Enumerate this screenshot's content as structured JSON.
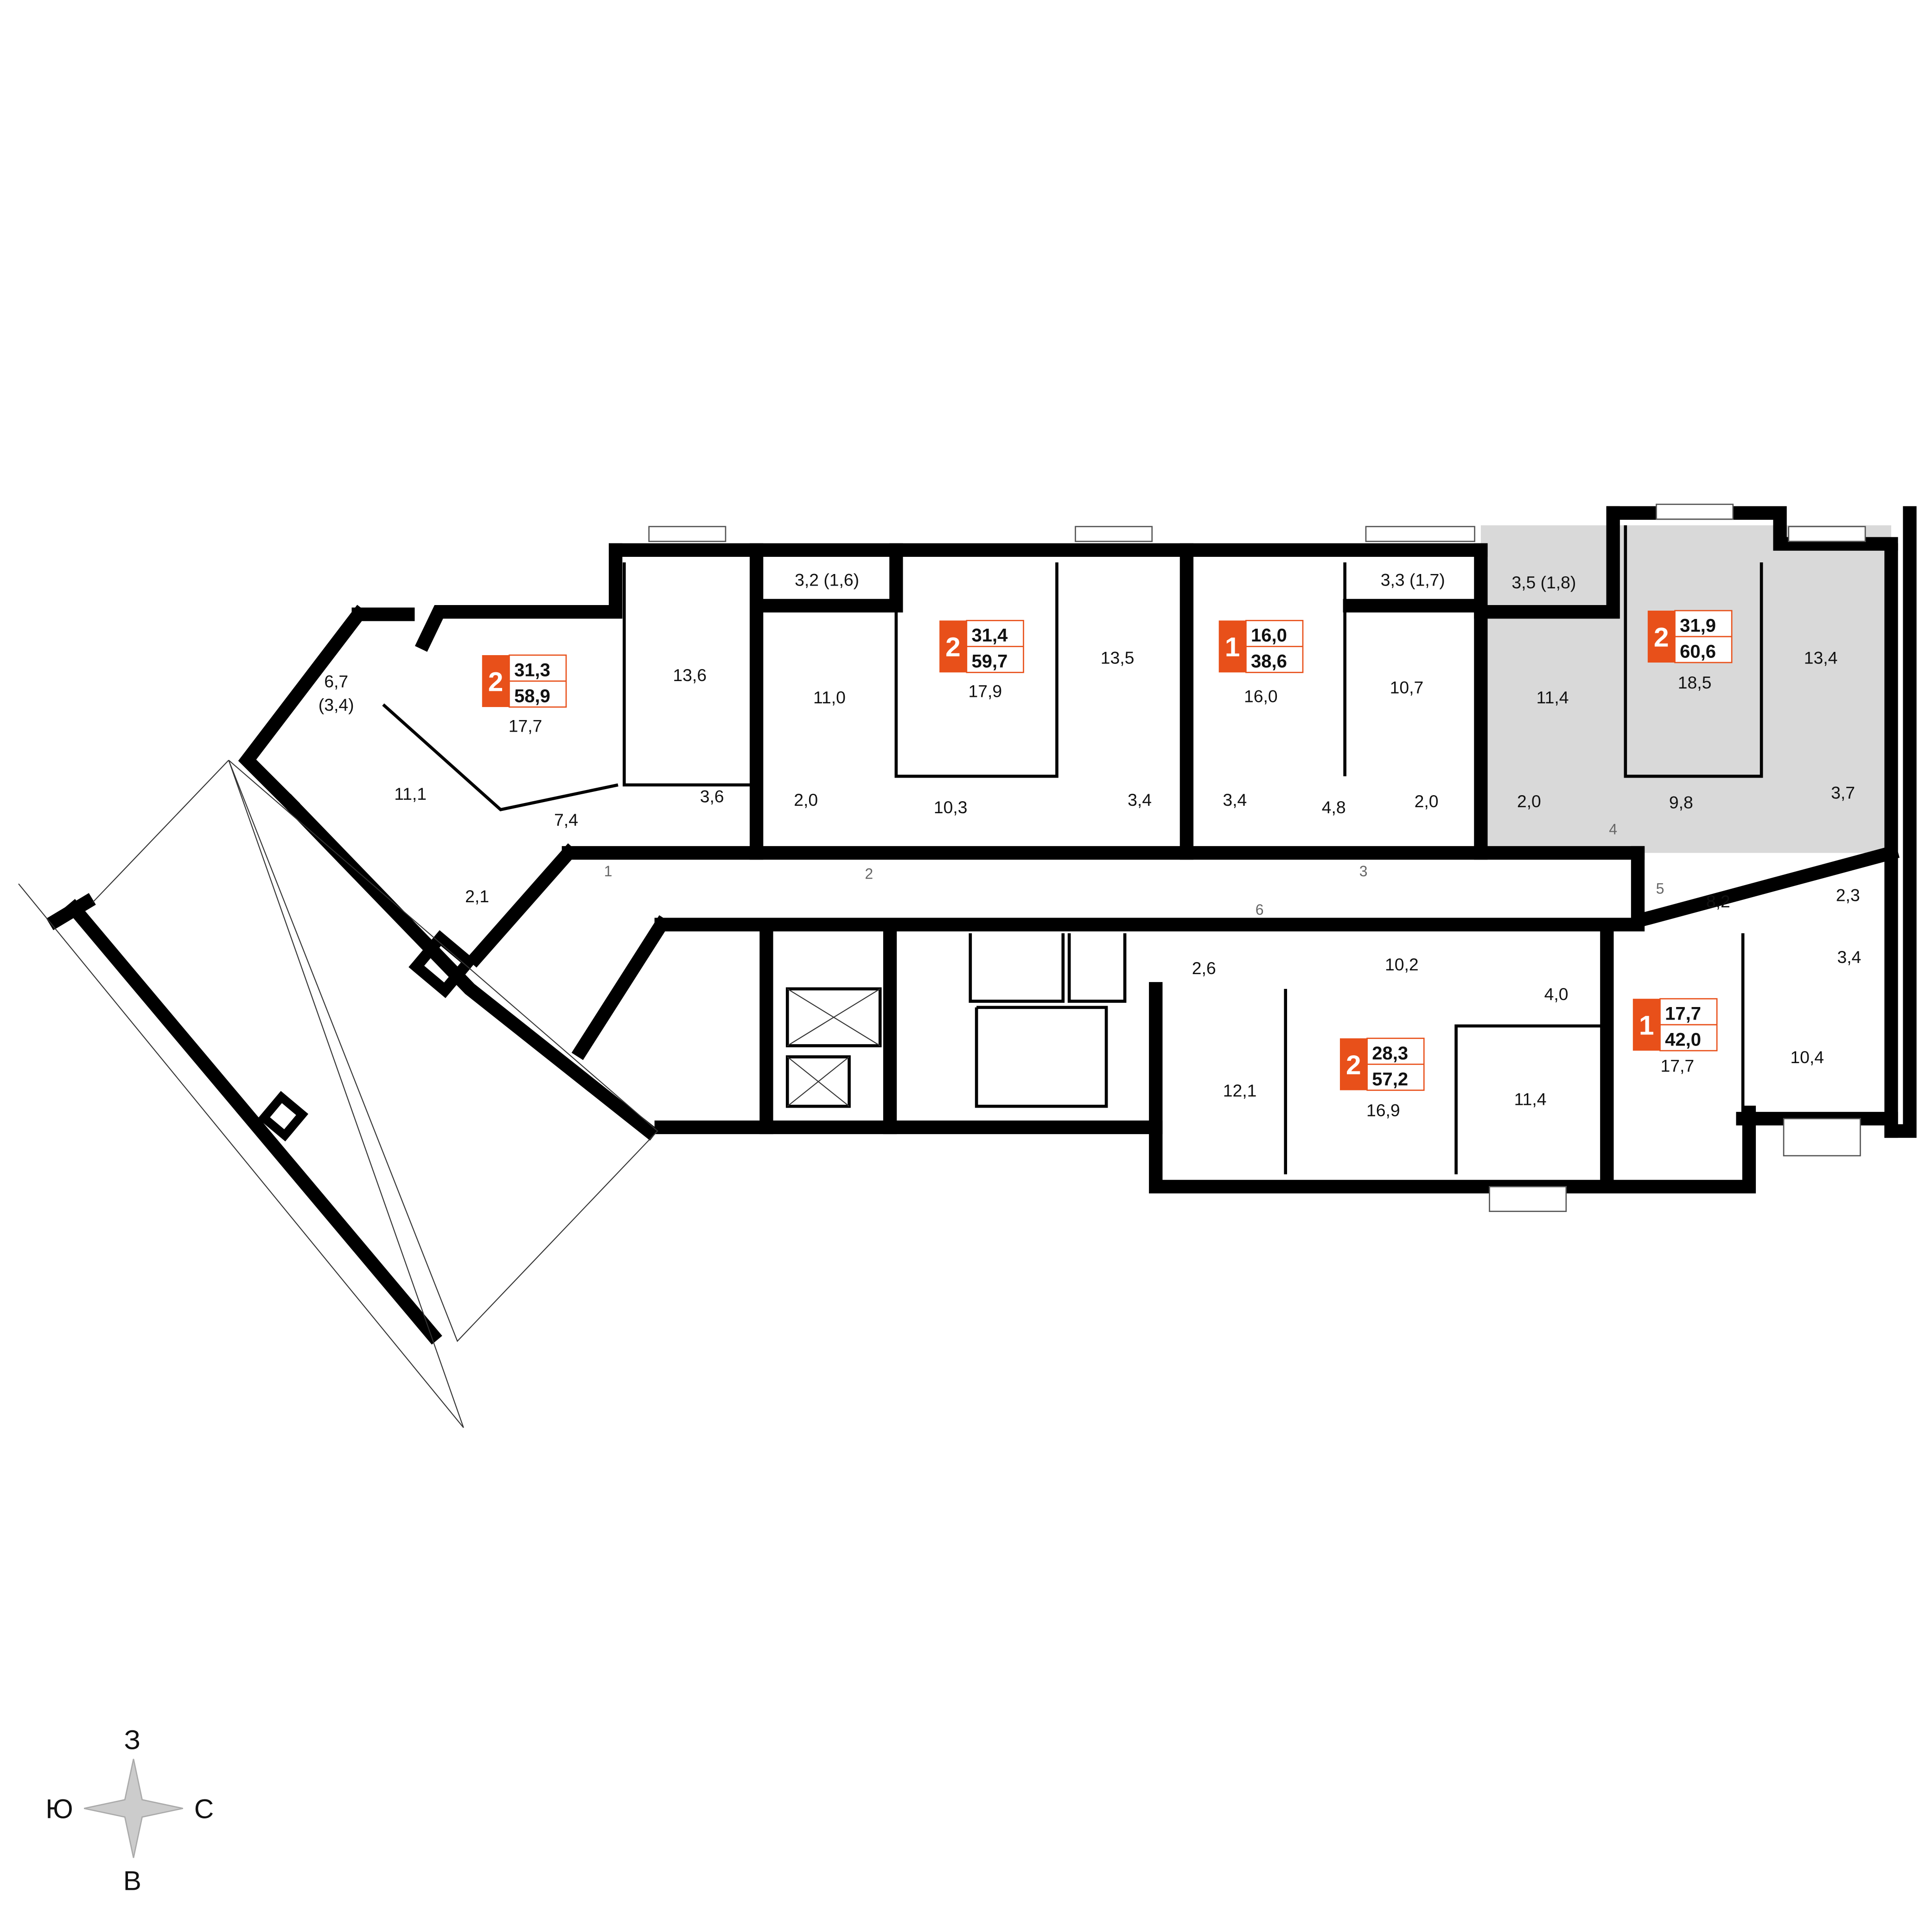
{
  "colors": {
    "accent": "#e8501a",
    "shaded": "#d9d9d9",
    "wall": "#000000"
  },
  "apartments": [
    {
      "rooms": "2",
      "living": "31,3",
      "total": "58,9"
    },
    {
      "rooms": "2",
      "living": "31,4",
      "total": "59,7"
    },
    {
      "rooms": "1",
      "living": "16,0",
      "total": "38,6"
    },
    {
      "rooms": "2",
      "living": "31,9",
      "total": "60,6"
    },
    {
      "rooms": "2",
      "living": "28,3",
      "total": "57,2"
    },
    {
      "rooms": "1",
      "living": "17,7",
      "total": "42,0"
    }
  ],
  "rooms": [
    "6,7",
    "(3,4)",
    "17,7",
    "13,6",
    "11,1",
    "7,4",
    "3,6",
    "2,1",
    "3,2 (1,6)",
    "11,0",
    "2,0",
    "17,9",
    "13,5",
    "10,3",
    "3,4",
    "3,4",
    "16,0",
    "4,8",
    "3,3 (1,7)",
    "10,7",
    "2,0",
    "2,0",
    "3,5 (1,8)",
    "11,4",
    "18,5",
    "13,4",
    "9,8",
    "3,7",
    "8,2",
    "2,3",
    "3,4",
    "10,4",
    "17,7",
    "11,4",
    "4,0",
    "10,2",
    "2,6",
    "12,1",
    "16,9"
  ],
  "doors": [
    "1",
    "2",
    "3",
    "4",
    "5",
    "6"
  ],
  "compass": {
    "north": "З",
    "west": "Ю",
    "east": "С",
    "south": "В"
  }
}
